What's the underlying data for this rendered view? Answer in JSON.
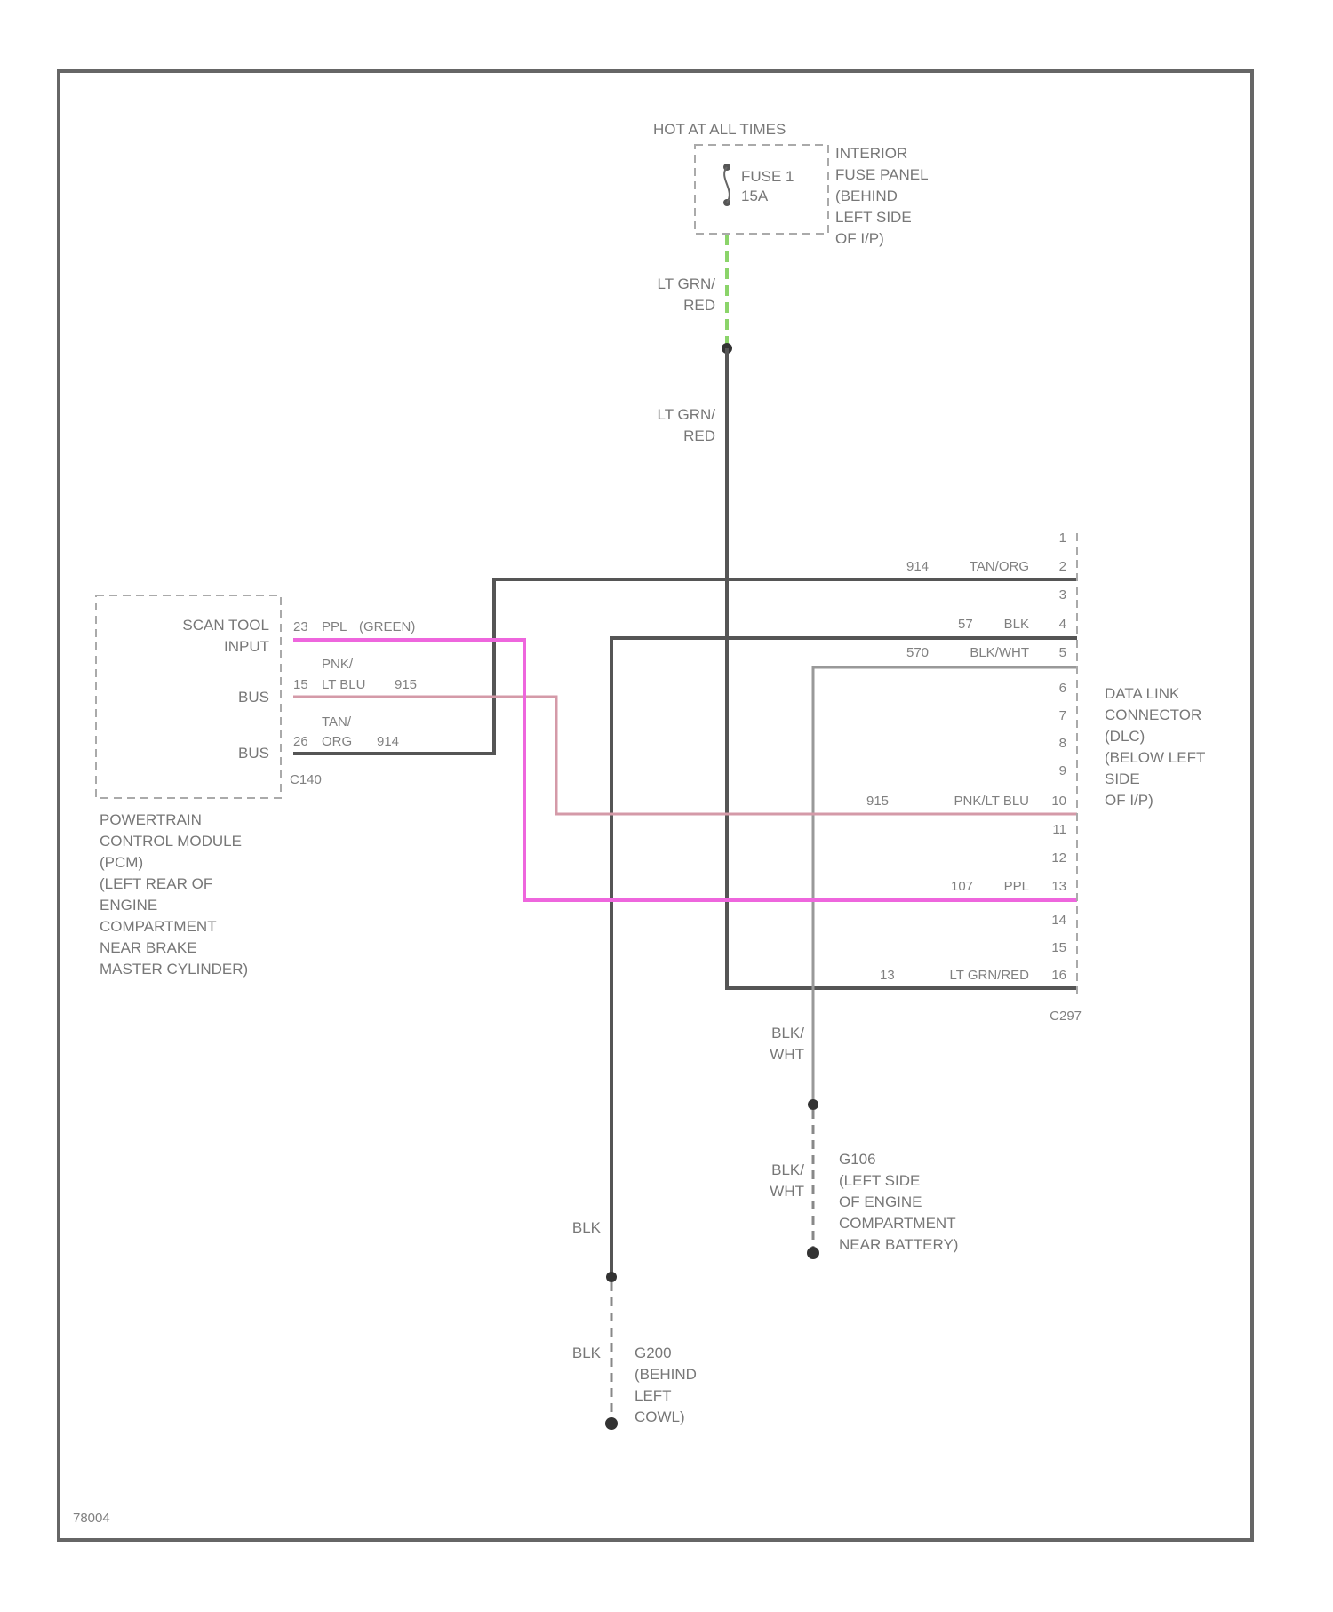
{
  "fuse_block": {
    "hot_label": "HOT AT ALL TIMES",
    "fuse_name": "FUSE 1",
    "fuse_rating": "15A",
    "panel_lines": [
      "INTERIOR",
      "FUSE PANEL",
      "(BEHIND",
      "LEFT SIDE",
      "OF I/P)"
    ]
  },
  "feed_wire": {
    "upper_label": [
      "LT GRN/",
      "RED"
    ],
    "lower_label": [
      "LT GRN/",
      "RED"
    ]
  },
  "pcm": {
    "pin_labels": [
      "SCAN TOOL",
      "INPUT",
      "BUS",
      "BUS"
    ],
    "connector_id": "C140",
    "wires": [
      {
        "pin": "23",
        "color": "PPL",
        "extra": "(GREEN)"
      },
      {
        "pin": "15",
        "color_top": "PNK/",
        "color": "LT BLU",
        "circuit": "915"
      },
      {
        "pin": "26",
        "color_top": "TAN/",
        "color": "ORG",
        "circuit": "914"
      }
    ],
    "description": [
      "POWERTRAIN",
      "CONTROL MODULE",
      "(PCM)",
      "(LEFT REAR OF",
      "ENGINE",
      "COMPARTMENT",
      "NEAR BRAKE",
      "MASTER CYLINDER)"
    ]
  },
  "dlc": {
    "pins": [
      "1",
      "2",
      "3",
      "4",
      "5",
      "6",
      "7",
      "8",
      "9",
      "10",
      "11",
      "12",
      "13",
      "14",
      "15",
      "16"
    ],
    "wires": [
      {
        "circuit": "914",
        "color": "TAN/ORG",
        "pin": "2"
      },
      {
        "circuit": "57",
        "color": "BLK",
        "pin": "4"
      },
      {
        "circuit": "570",
        "color": "BLK/WHT",
        "pin": "5"
      },
      {
        "circuit": "915",
        "color": "PNK/LT BLU",
        "pin": "10"
      },
      {
        "circuit": "107",
        "color": "PPL",
        "pin": "13"
      },
      {
        "circuit": "13",
        "color": "LT GRN/RED",
        "pin": "16"
      }
    ],
    "connector_id": "C297",
    "description": [
      "DATA LINK",
      "CONNECTOR",
      "(DLC)",
      "(BELOW LEFT",
      "SIDE",
      "OF I/P)"
    ]
  },
  "ground_g106": {
    "wire_upper": [
      "BLK/",
      "WHT"
    ],
    "wire_lower": [
      "BLK/",
      "WHT"
    ],
    "description": [
      "G106",
      "(LEFT SIDE",
      "OF ENGINE",
      "COMPARTMENT",
      "NEAR BATTERY)"
    ]
  },
  "ground_g200": {
    "wire_upper": "BLK",
    "wire_lower": "BLK",
    "description": [
      "G200",
      "(BEHIND",
      "LEFT",
      "COWL)"
    ]
  },
  "footer_code": "78004",
  "colors": {
    "wire_gray": "#555555",
    "wire_light": "#888888",
    "wire_magenta": "#ee66dd",
    "wire_pink": "#d49aa8",
    "wire_green": "#8bd46a",
    "dashed_box": "#aaaaaa",
    "text": "#777777"
  }
}
